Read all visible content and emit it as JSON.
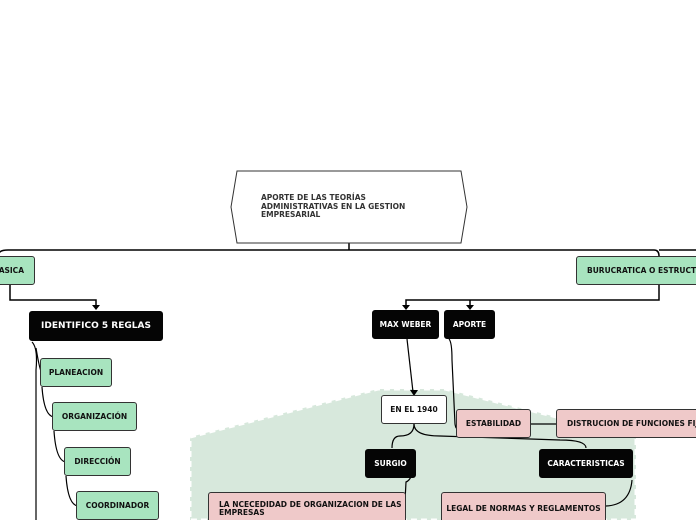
{
  "root": {
    "label": "APORTE DE LAS TEORÍAS ADMINISTRATIVAS EN LA GESTION EMPRESARIAL"
  },
  "branches": {
    "left": {
      "label": "ASICA"
    },
    "right": {
      "label": "BURUCRATICA O ESTRUCTU"
    }
  },
  "left_children": {
    "identifico": "IDENTIFICO 5 REGLAS",
    "reglas": [
      "PLANEACION",
      "ORGANIZACIÓN",
      "DIRECCIÓN",
      "COORDINADOR"
    ]
  },
  "right_children": {
    "max_weber": "MAX WEBER",
    "aporte": "APORTE",
    "en_el_1940": "EN EL 1940",
    "surgio": "SURGIO",
    "caracteristicas": "CARACTERISTICAS",
    "estabilidad": "ESTABILIDAD",
    "distrucion": "DISTRUCION DE FUNCIONES FIJA",
    "necesidad": "LA NCECEDIDAD DE ORGANIZACION DE LAS EMPRESAS",
    "legal": "LEGAL DE NORMAS Y REGLAMENTOS"
  },
  "colors": {
    "green_node": "#a8e4bf",
    "black_node": "#050505",
    "pink_node": "#efc9c9",
    "boundary_fill": "#d7e8dc"
  }
}
